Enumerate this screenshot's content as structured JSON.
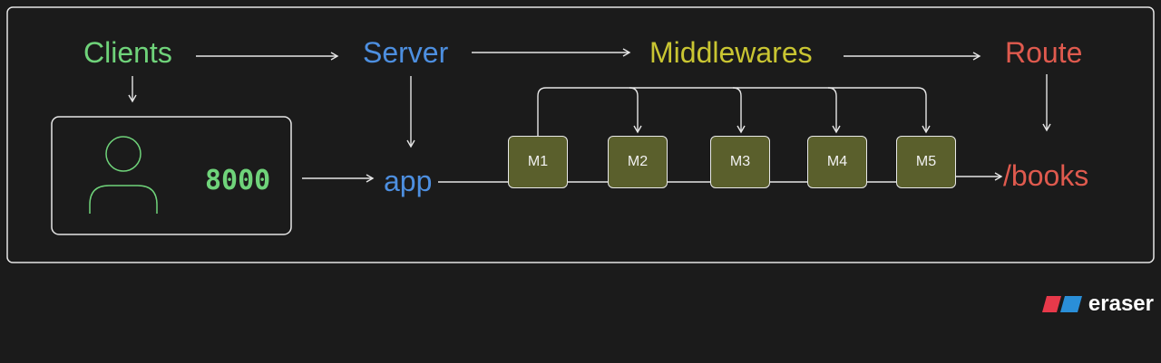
{
  "diagram": {
    "labels": {
      "clients": "Clients",
      "server": "Server",
      "middlewares": "Middlewares",
      "route": "Route",
      "port": "8000",
      "app": "app",
      "books": "/books"
    },
    "middleware_boxes": [
      "M1",
      "M2",
      "M3",
      "M4",
      "M5"
    ],
    "colors": {
      "background": "#1b1b1b",
      "line": "#e6e6e6",
      "clients": "#6fd37a",
      "server": "#4d8fe0",
      "middlewares": "#c9c532",
      "route": "#df5a4e",
      "box_fill": "#5a5f2c"
    }
  },
  "brand": {
    "name": "eraser",
    "colors": [
      "#e8394a",
      "#2a8fd8"
    ]
  }
}
